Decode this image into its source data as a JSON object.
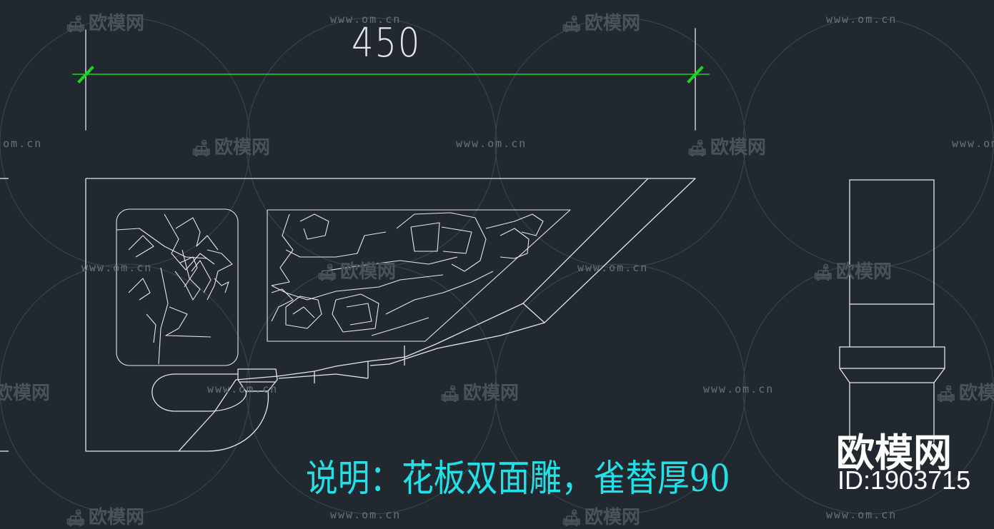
{
  "drawing": {
    "dimension_value": "450",
    "note": "说明：花板双面雕，雀替厚90"
  },
  "watermark": {
    "brand": "欧模网",
    "url": "www.om.cn",
    "logo_text": "欧模网",
    "id_text": "ID:1903715"
  },
  "colors": {
    "background": "#212830",
    "line": "#e6e6e6",
    "dimension_line": "#19d81c",
    "note": "#22e0e6",
    "watermark": "#4a525c"
  }
}
